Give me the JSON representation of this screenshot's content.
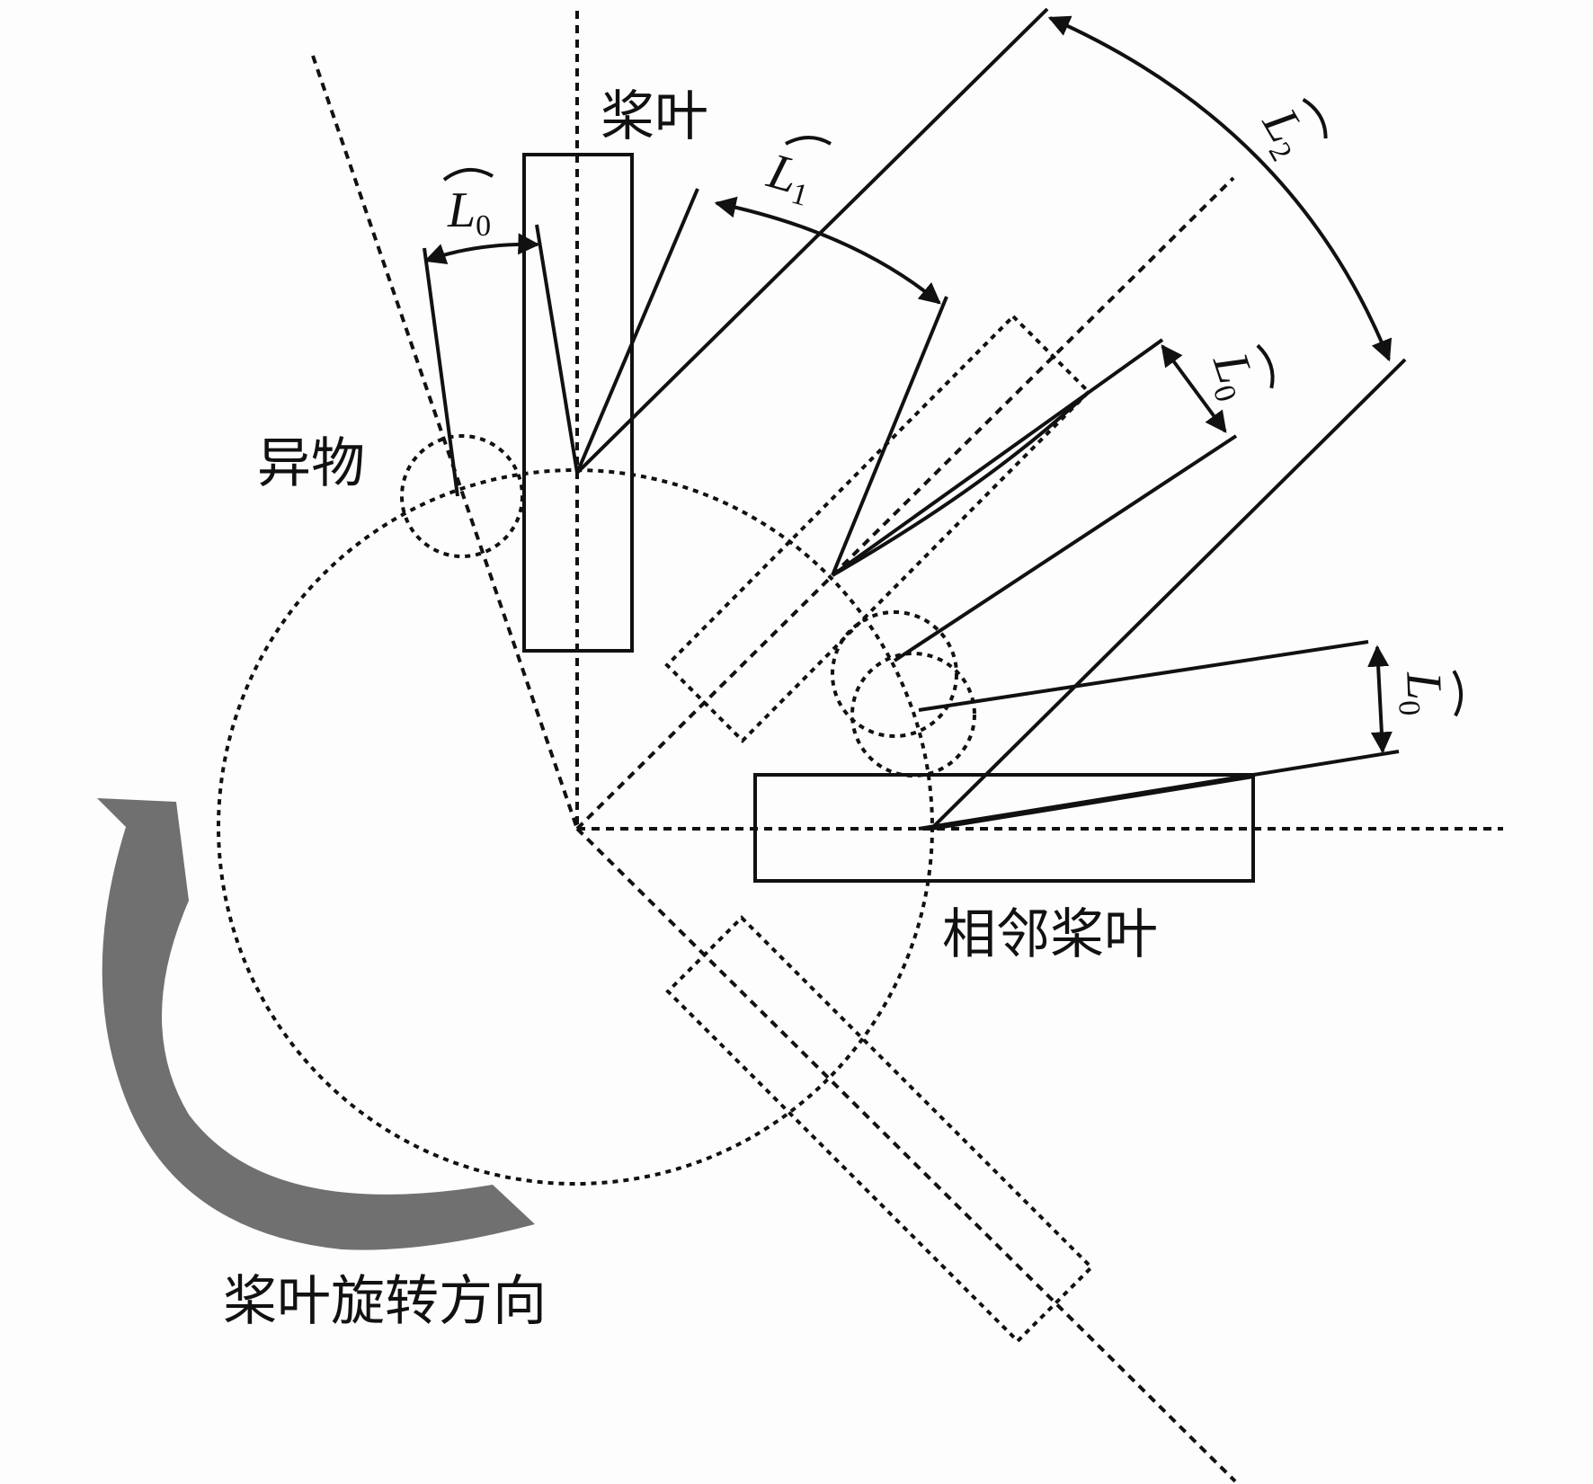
{
  "labels": {
    "blade": "桨叶",
    "foreign_object": "异物",
    "adjacent_blade": "相邻桨叶",
    "rotation_direction": "桨叶旋转方向"
  },
  "dimensions": {
    "l0_top": {
      "symbol": "L",
      "subscript": "0"
    },
    "l1": {
      "symbol": "L",
      "subscript": "1"
    },
    "l2": {
      "symbol": "L",
      "subscript": "2"
    },
    "l0_mid": {
      "symbol": "L",
      "subscript": "0"
    },
    "l0_right": {
      "symbol": "L",
      "subscript": "0"
    }
  },
  "colors": {
    "line": "#111111",
    "rotation_arrow": "#707070",
    "background": "#fdfdfd"
  }
}
